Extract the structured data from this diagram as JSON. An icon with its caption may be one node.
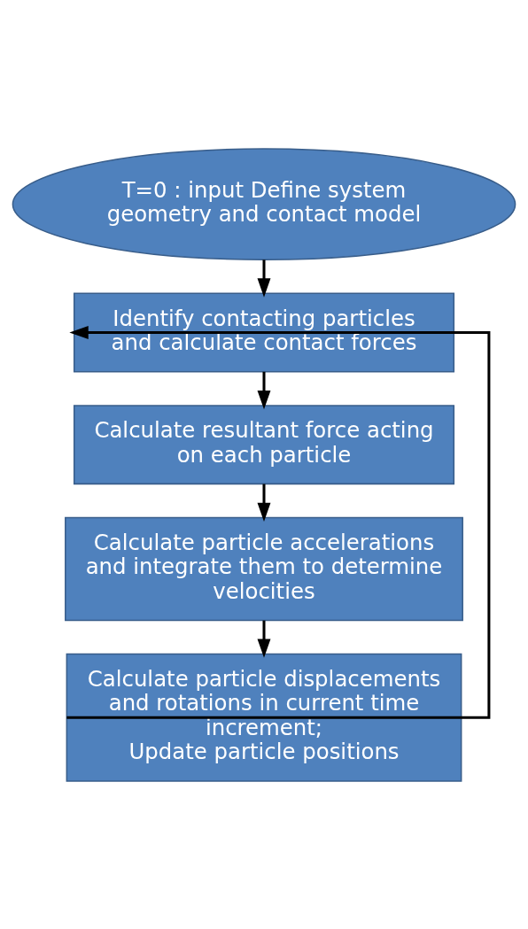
{
  "diagram": {
    "nodes": [
      {
        "text": [
          "T=0 : input Define system geometry and contact model"
        ]
      },
      {
        "text": [
          "Identify contacting particles and calculate contact forces"
        ]
      },
      {
        "text": [
          "Calculate resultant force acting on each particle"
        ]
      },
      {
        "text": [
          "Calculate particle accelerations and integrate them to determine velocities"
        ]
      },
      {
        "text": [
          "Calculate particle displacements and rotations in current time increment;",
          "Update particle positions"
        ]
      }
    ],
    "edges": [
      {
        "from": 0,
        "to": 1,
        "arrow": "to"
      },
      {
        "from": 1,
        "to": 2,
        "arrow": "to"
      },
      {
        "from": 2,
        "to": 3,
        "arrow": "to"
      },
      {
        "from": 3,
        "to": 4,
        "arrow": "to"
      },
      {
        "from": 4,
        "to": 1,
        "arrow": "to"
      }
    ]
  }
}
